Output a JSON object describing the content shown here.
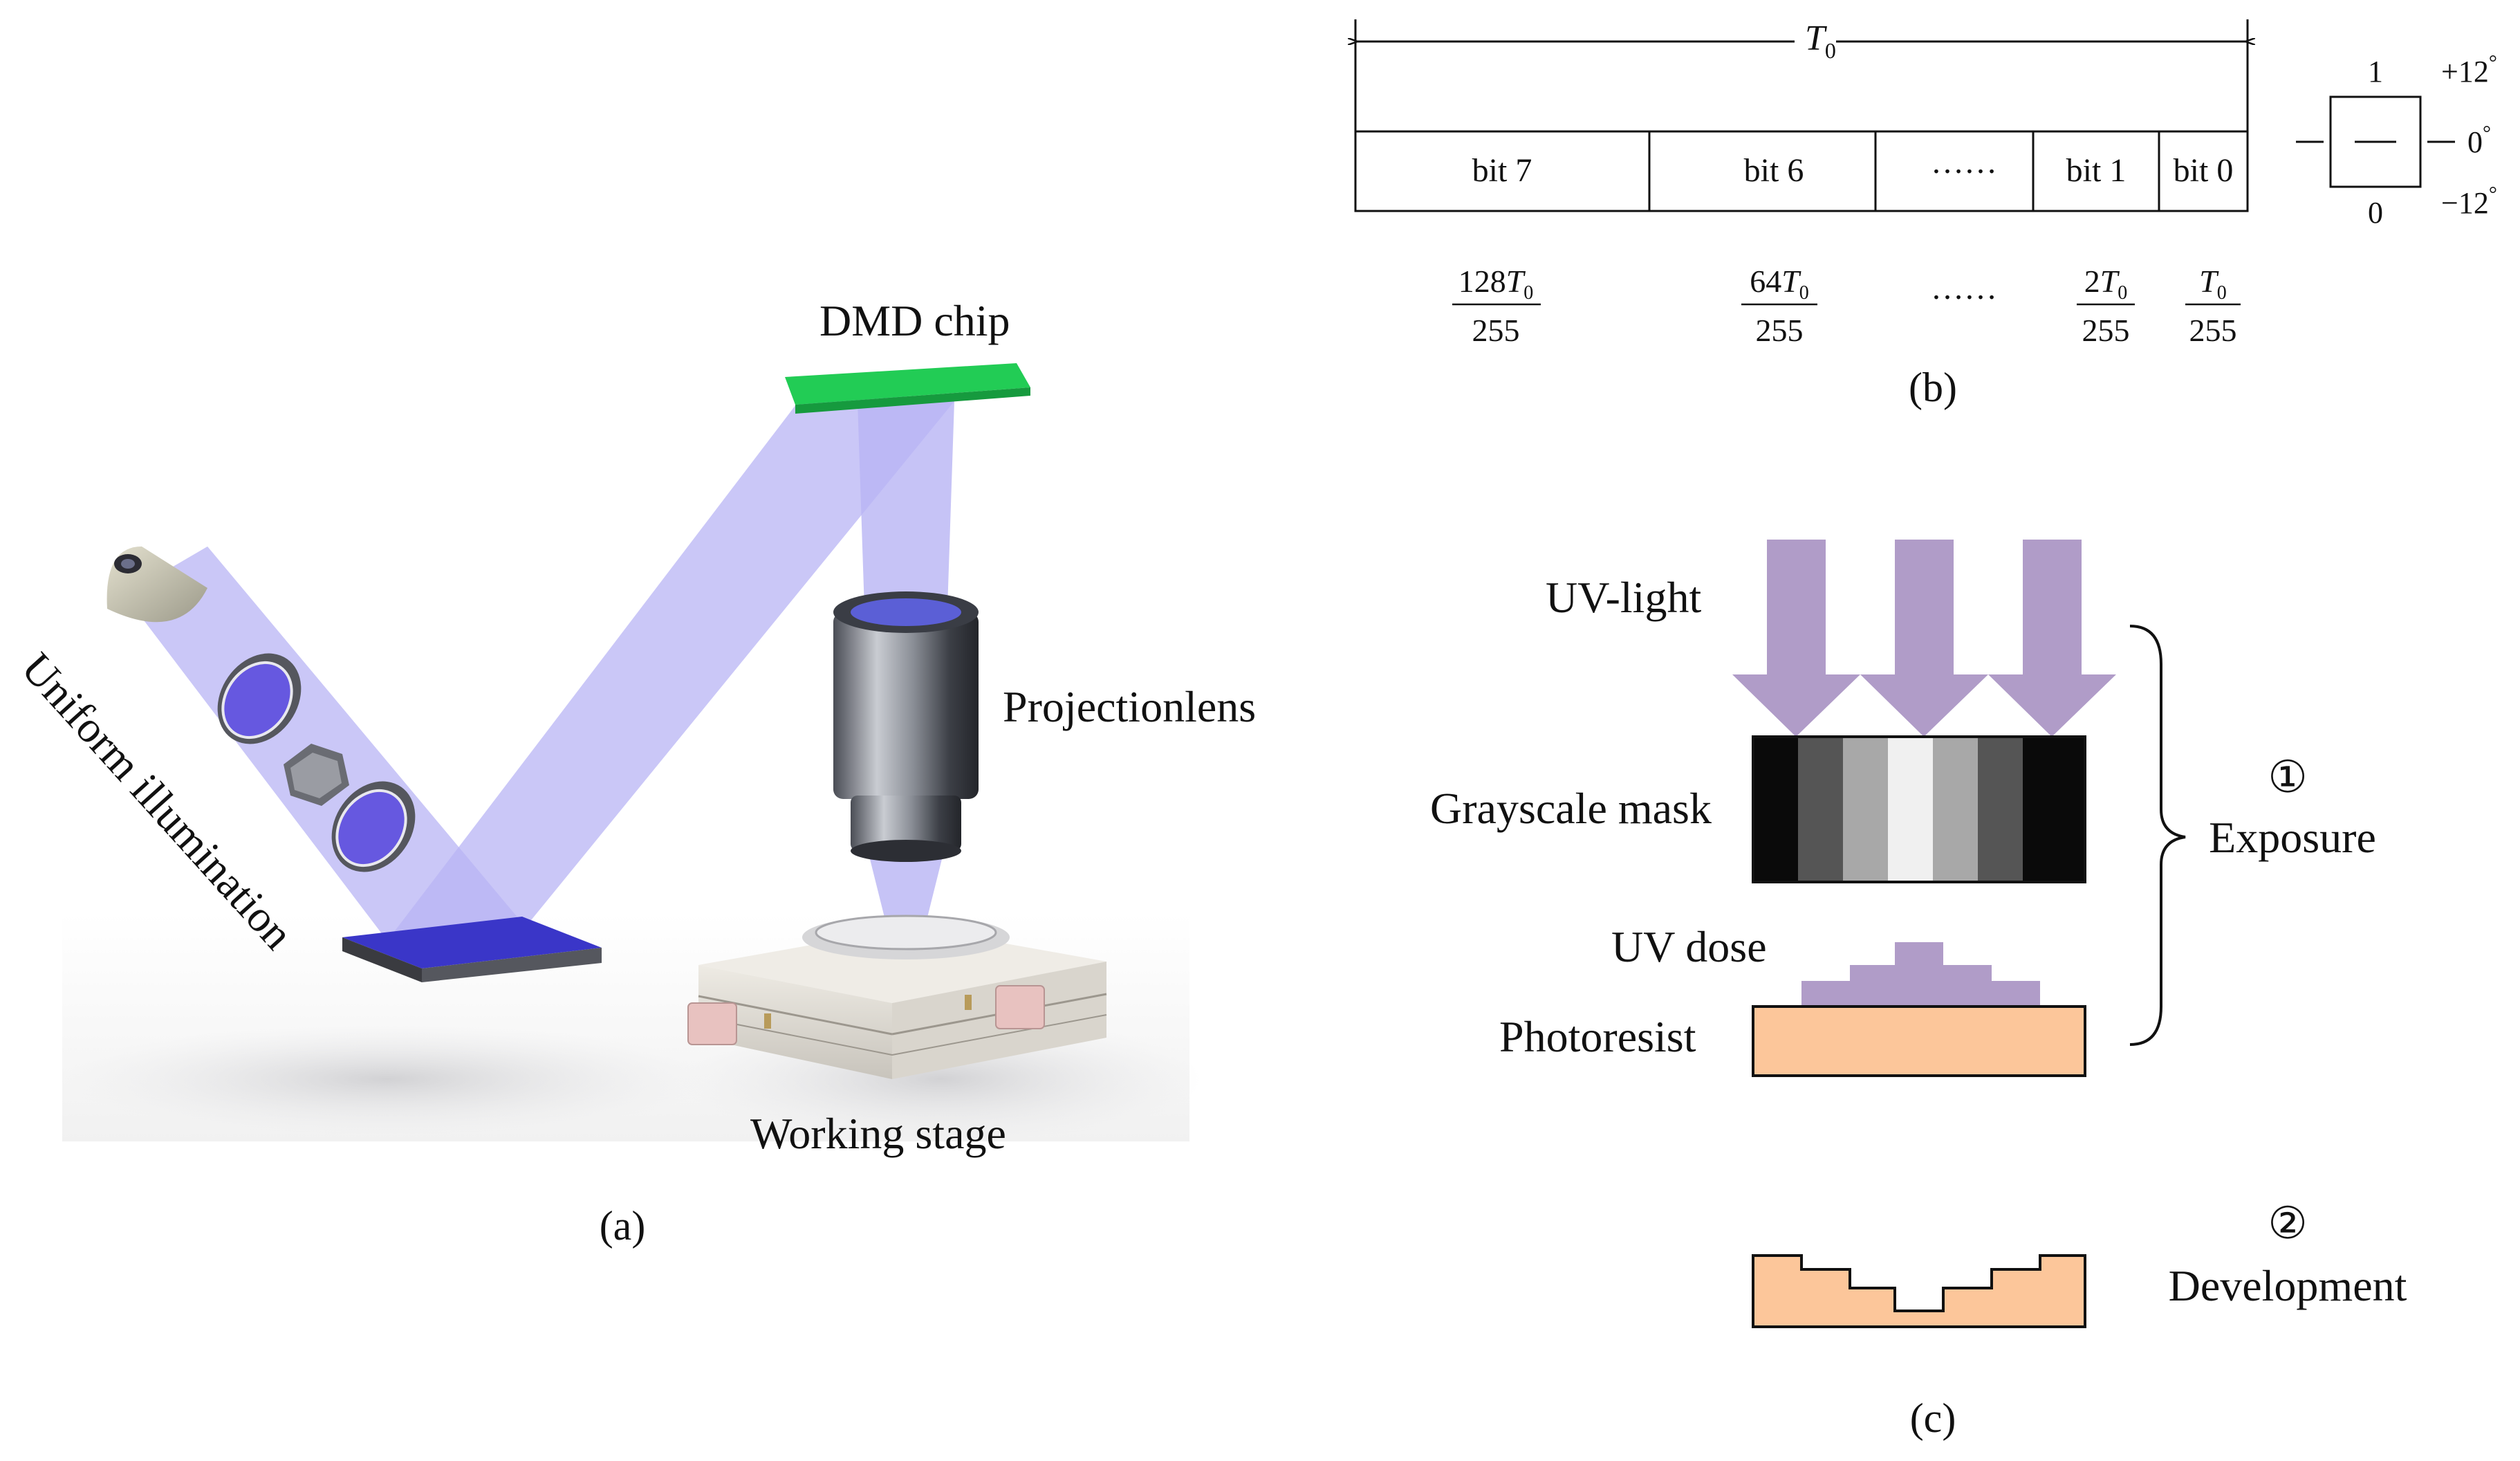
{
  "panel_a": {
    "labels": {
      "dmd_chip": "DMD chip",
      "projection_lens": "Projectionlens",
      "uniform_illumination": "Uniform illumination",
      "working_stage": "Working stage"
    },
    "caption": "(a)"
  },
  "panel_b": {
    "period_symbol": "T",
    "period_subscript": "0",
    "bits": [
      "bit 7",
      "bit 6",
      "……",
      "bit 1",
      "bit 0"
    ],
    "durations": [
      {
        "num_coef": "128",
        "num_symbol": "T",
        "num_sub": "0",
        "den": "255"
      },
      {
        "num_coef": "64",
        "num_symbol": "T",
        "num_sub": "0",
        "den": "255"
      },
      {
        "dots": "……"
      },
      {
        "num_coef": "2",
        "num_symbol": "T",
        "num_sub": "0",
        "den": "255"
      },
      {
        "num_coef": "",
        "num_symbol": "T",
        "num_sub": "0",
        "den": "255"
      }
    ],
    "mirror_states": {
      "on": "1",
      "off": "0"
    },
    "angles": {
      "pos": "+12",
      "zero": "0",
      "neg": "−12",
      "degree": "°"
    },
    "caption": "(b)"
  },
  "panel_c": {
    "labels": {
      "uv_light": "UV-light",
      "grayscale_mask": "Grayscale mask",
      "uv_dose": "UV dose",
      "photoresist": "Photoresist"
    },
    "steps": [
      {
        "number": "①",
        "name": "Exposure"
      },
      {
        "number": "②",
        "name": "Development"
      }
    ],
    "caption": "(c)"
  },
  "colors": {
    "light_beam": "#b8b4f4",
    "dmd_chip": "#22cc55",
    "uv_arrow": "#b09cc8",
    "photoresist": "#fcc69a",
    "mask_bars": [
      "#0a0a0a",
      "#555555",
      "#a8a8a8",
      "#f0f0f0",
      "#a8a8a8",
      "#555555",
      "#0a0a0a"
    ]
  }
}
